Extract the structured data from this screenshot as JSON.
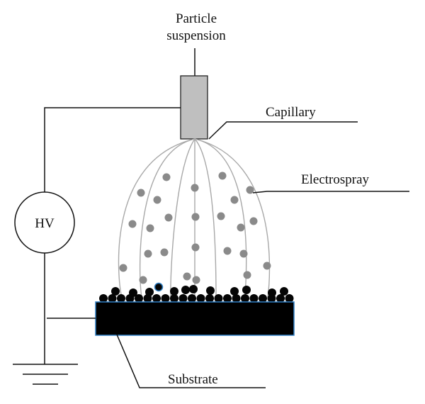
{
  "title": {
    "line1": "Particle",
    "line2": "suspension"
  },
  "labels": {
    "capillary": "Capillary",
    "electrospray": "Electrospray",
    "hv": "HV",
    "substrate": "Substrate"
  },
  "colors": {
    "line": "#111111",
    "capillary_fill": "#bfbfbf",
    "spray_line": "#a8a8a8",
    "spray_particle": "#8a8a8a",
    "deposited_particle": "#050505",
    "substrate_fill": "#000000",
    "substrate_edge": "#2f7fc4"
  }
}
